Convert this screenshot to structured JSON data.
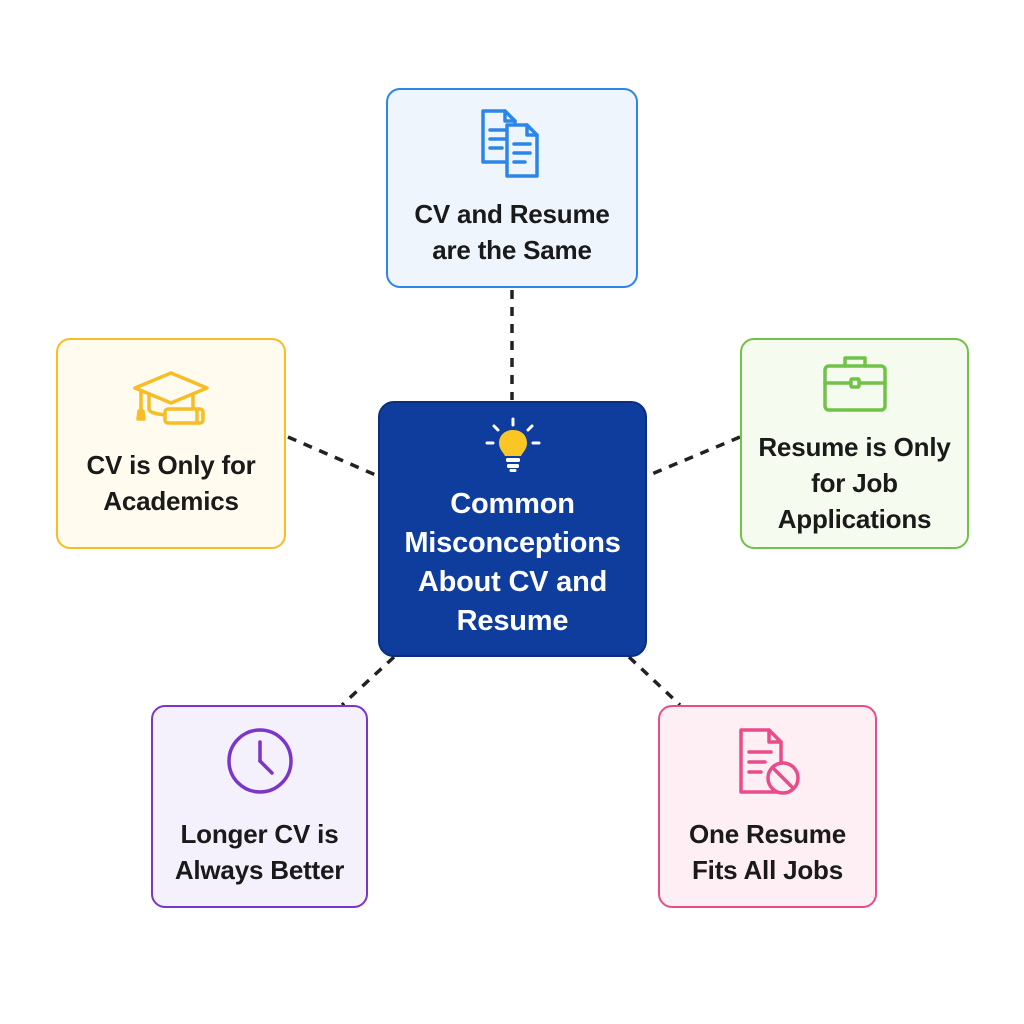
{
  "diagram": {
    "center": {
      "lines": [
        "Common",
        "Misconceptions",
        "About CV and",
        "Resume"
      ],
      "icon": "lightbulb-icon"
    },
    "nodes": [
      {
        "id": "top",
        "lines": [
          "CV and Resume",
          "are the Same"
        ],
        "icon": "documents-icon",
        "color": "#2b86e8"
      },
      {
        "id": "left",
        "lines": [
          "CV is Only for",
          "Academics"
        ],
        "icon": "graduation-cap-icon",
        "color": "#f7bd27"
      },
      {
        "id": "right",
        "lines": [
          "Resume is Only",
          "for Job",
          "Applications"
        ],
        "icon": "briefcase-icon",
        "color": "#72c148"
      },
      {
        "id": "bottom-left",
        "lines": [
          "Longer CV is",
          "Always Better"
        ],
        "icon": "clock-icon",
        "color": "#7b35c9"
      },
      {
        "id": "bottom-right",
        "lines": [
          "One Resume",
          "Fits All Jobs"
        ],
        "icon": "document-prohibited-icon",
        "color": "#ea4c89"
      }
    ],
    "colors": {
      "center_fill": "#0e3d9e",
      "bulb": "#f9c623",
      "connector": "#222222"
    }
  }
}
